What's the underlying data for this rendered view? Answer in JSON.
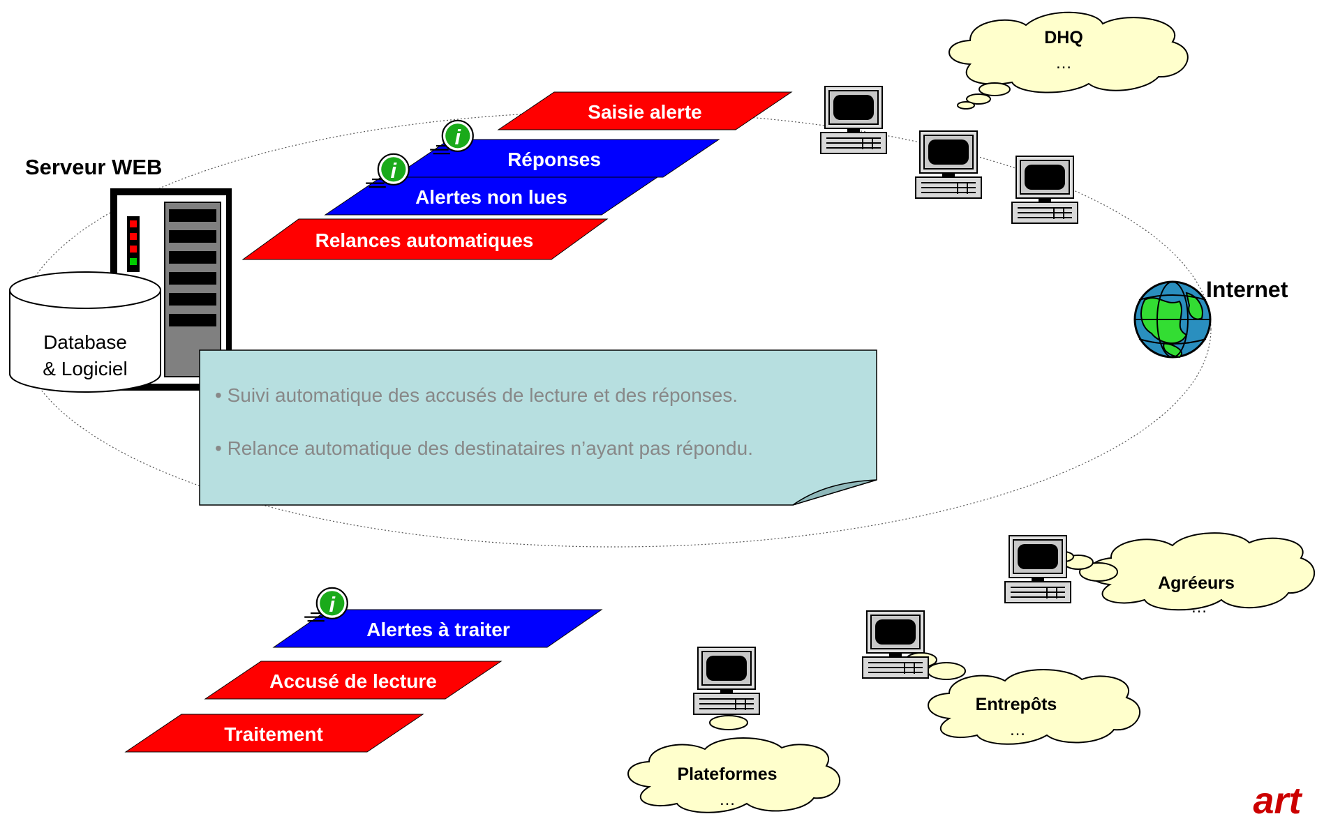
{
  "server": {
    "title": "Serveur WEB",
    "database_line1": "Database",
    "database_line2": "& Logiciel"
  },
  "internet": {
    "label": "Internet"
  },
  "messages_top": {
    "saisie": "Saisie alerte",
    "reponses": "Réponses",
    "alertes_non_lues": "Alertes non lues",
    "relances": "Relances automatiques"
  },
  "messages_bottom": {
    "alertes_a_traiter": "Alertes à traiter",
    "accuse": "Accusé de lecture",
    "traitement": "Traitement"
  },
  "note": {
    "line1": "• Suivi automatique des accusés de lecture et des réponses.",
    "line2": "•  Relance automatique des destinataires n’ayant pas répondu."
  },
  "clouds": {
    "dhq": {
      "title": "DHQ",
      "sub": "…"
    },
    "agreeurs": {
      "title": "Agréeurs",
      "sub": "…"
    },
    "entrepots": {
      "title": "Entrepôts",
      "sub": "…"
    },
    "plateformes": {
      "title": "Plateformes",
      "sub": "…"
    }
  },
  "logo": {
    "text": "art"
  },
  "colors": {
    "red": "#ff0000",
    "blue": "#0000ff",
    "note_bg": "#b7dfe0",
    "cloud_bg": "#ffffcc",
    "globe": "#33cc33"
  }
}
